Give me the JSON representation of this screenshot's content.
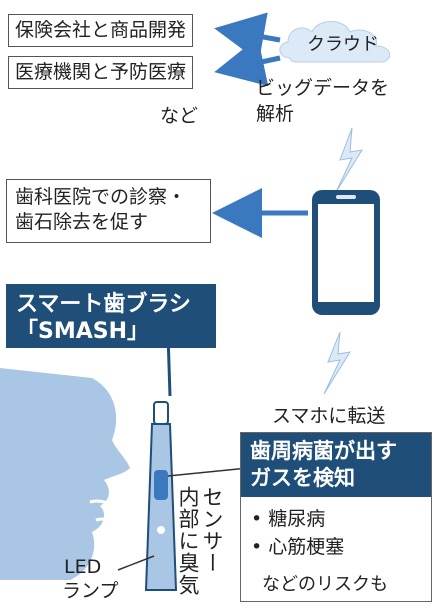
{
  "top": {
    "insurance": "保険会社と商品開発",
    "medical": "医療機関と予防医療",
    "etc": "など",
    "cloud": "クラウド",
    "bigdata_line1": "ビッグデータを",
    "bigdata_line2": "解析"
  },
  "clinic": {
    "line1": "歯科医院での診察・",
    "line2": "歯石除去を促す"
  },
  "product": {
    "line1": "スマート歯ブラシ",
    "line2": "「SMASH」"
  },
  "transfer": "スマホに転送",
  "gas": {
    "line1": "歯周病菌が出す",
    "line2": "ガスを検知",
    "items": [
      "• 糖尿病",
      "• 心筋梗塞"
    ],
    "footer": "などのリスクも"
  },
  "sensor": {
    "col1": "センサー",
    "col2": "内部に臭気"
  },
  "led": {
    "line1": "LED",
    "line2": "ランプ"
  },
  "colors": {
    "navy": "#1f4e78",
    "light_blue": "#dce9f6",
    "face_blue": "#a9c6e4",
    "arrow_blue": "#3a78c0"
  }
}
